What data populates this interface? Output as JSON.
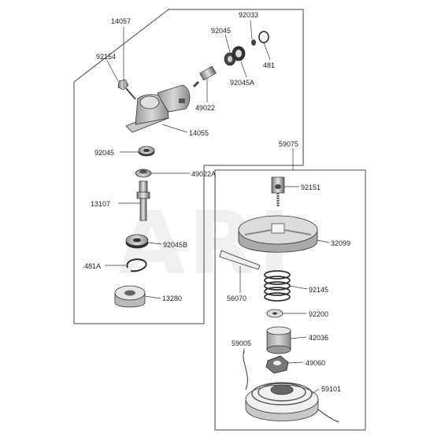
{
  "watermark": "ARI",
  "groups": {
    "left_assembly": "14057",
    "right_assembly": "59075"
  },
  "parts": {
    "p92033": "92033",
    "p92045_top": "92045",
    "p481": "481",
    "p92154": "92154",
    "p92045A": "92045A",
    "p49022": "49022",
    "p14055": "14055",
    "p92045_mid": "92045",
    "p49022A": "49022A",
    "p13107": "13107",
    "p92045B": "92045B",
    "p481A": "481A",
    "p13280": "13280",
    "p92151": "92151",
    "p32099": "32099",
    "p92145": "92145",
    "p56070": "56070",
    "p92200": "92200",
    "p42036": "42036",
    "p59005": "59005",
    "p49060": "49060",
    "p59101": "59101"
  }
}
